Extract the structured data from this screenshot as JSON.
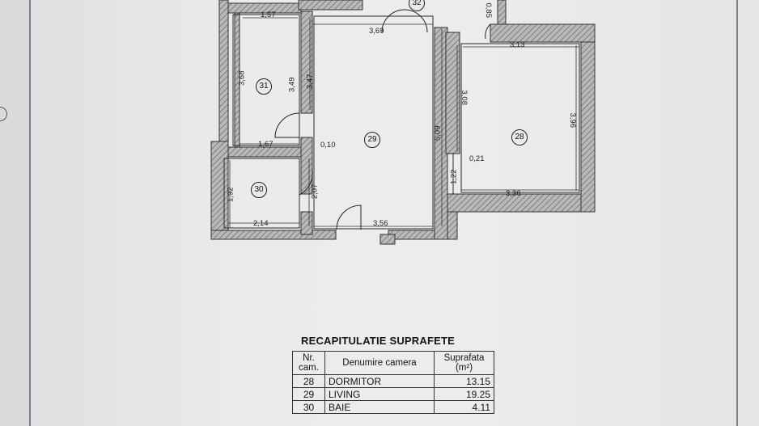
{
  "rooms": [
    {
      "no": "28",
      "name": "DORMITOR",
      "area": "13.15"
    },
    {
      "no": "29",
      "name": "LIVING",
      "area": "19.25"
    },
    {
      "no": "30",
      "name": "BAIE",
      "area": "4.11"
    }
  ],
  "room_labels": {
    "r28": "28",
    "r29": "29",
    "r30": "30",
    "r31": "31",
    "r32": "32"
  },
  "dimensions": {
    "d157": "1,57",
    "d369": "3,69",
    "d085": "0,85",
    "d313": "3,13",
    "d368": "3,68",
    "d349": "3,49",
    "d347": "3,47",
    "d308": "3,08",
    "d509": "5,09",
    "d396": "3,96",
    "d167": "1,67",
    "d010": "0,10",
    "d021": "0,21",
    "d122": "1,22",
    "d336": "3,36",
    "d192": "1,92",
    "d207": "2,07",
    "d214": "2,14",
    "d356": "3,56"
  },
  "summary": {
    "title": "RECAPITULATIE SUPRAFETE",
    "col_no": "Nr. cam.",
    "col_name": "Denumire camera",
    "col_area": "Suprafata (m²)"
  }
}
